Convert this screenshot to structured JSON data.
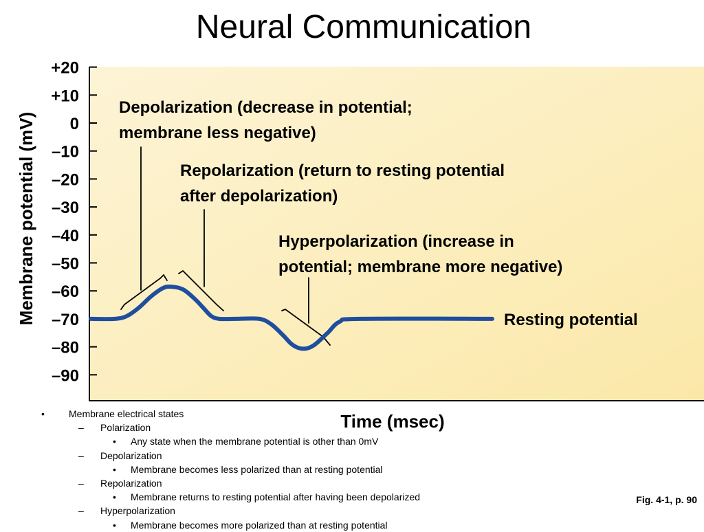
{
  "slide": {
    "title": "Neural Communication",
    "figure_reference": "Fig. 4-1, p. 90"
  },
  "chart_data": {
    "type": "line",
    "xlabel": "Time (msec)",
    "ylabel": "Membrane potential (mV)",
    "y_ticks": [
      "+20",
      "+10",
      "0",
      "–10",
      "–20",
      "–30",
      "–40",
      "–50",
      "–60",
      "–70",
      "–80",
      "–90"
    ],
    "y_tick_values": [
      20,
      10,
      0,
      -10,
      -20,
      -30,
      -40,
      -50,
      -60,
      -70,
      -80,
      -90
    ],
    "ylim": [
      -100,
      22
    ],
    "grid": false,
    "series": [
      {
        "x": [
          0,
          6,
          9,
          12,
          15,
          18,
          20,
          23,
          26,
          28,
          30,
          32,
          36,
          42,
          45,
          48,
          50,
          52,
          54,
          56,
          59,
          62,
          67,
          100
        ],
        "y": [
          -70,
          -70,
          -69,
          -66,
          -62,
          -59,
          -58.5,
          -59.5,
          -63,
          -66,
          -69,
          -70,
          -70,
          -70,
          -72,
          -76,
          -79,
          -80.5,
          -80.5,
          -79,
          -75,
          -71,
          -70,
          -70
        ]
      }
    ],
    "annotations": [
      {
        "key": "depolarization",
        "lines": [
          "Depolarization (decrease in potential;",
          "membrane less negative)"
        ]
      },
      {
        "key": "repolarization",
        "lines": [
          "Repolarization (return to resting potential",
          "after depolarization)"
        ]
      },
      {
        "key": "hyperpolarization",
        "lines": [
          "Hyperpolarization (increase in",
          "potential; membrane more negative)"
        ]
      },
      {
        "key": "resting",
        "lines": [
          "Resting potential"
        ]
      }
    ],
    "colors": {
      "line": "#1f4e9e",
      "plot_background": "#fbeebf"
    }
  },
  "notes": [
    {
      "level": 1,
      "marker": "•",
      "text": "Membrane electrical states"
    },
    {
      "level": 2,
      "marker": "–",
      "text": "Polarization"
    },
    {
      "level": 3,
      "marker": "•",
      "text": "Any state when the membrane potential is other than 0mV"
    },
    {
      "level": 2,
      "marker": "–",
      "text": "Depolarization"
    },
    {
      "level": 3,
      "marker": "•",
      "text": "Membrane becomes less polarized than at resting potential"
    },
    {
      "level": 2,
      "marker": "–",
      "text": "Repolarization"
    },
    {
      "level": 3,
      "marker": "•",
      "text": "Membrane returns to resting potential after having been depolarized"
    },
    {
      "level": 2,
      "marker": "–",
      "text": "Hyperpolarization"
    },
    {
      "level": 3,
      "marker": "•",
      "text": "Membrane becomes more polarized than at resting potential"
    }
  ]
}
